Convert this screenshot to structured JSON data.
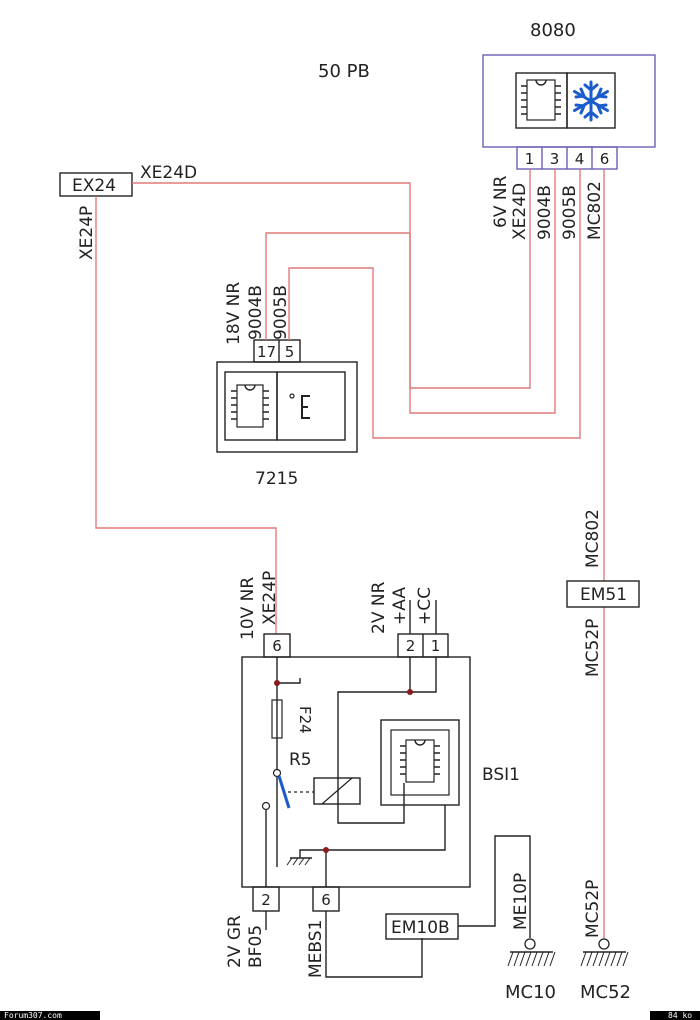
{
  "title": "50 PB",
  "modules": {
    "m8080": {
      "code": "8080",
      "pins": [
        "1",
        "3",
        "4",
        "6"
      ],
      "pin_text": "6V NR"
    },
    "m7215": {
      "code": "7215",
      "pins": [
        "17",
        "5"
      ],
      "pin_text": "18V NR"
    },
    "bsi": {
      "code": "BSI1",
      "pin_top_left_text": "10V NR",
      "pin_top_left": "6",
      "pin_top_right_text": "2V NR",
      "pins_top_right": [
        "2",
        "1"
      ],
      "pins_bottom": [
        "2",
        "6"
      ],
      "pin_bottom_left_text": "2V GR"
    }
  },
  "connectors": {
    "ex24": "EX24",
    "em51": "EM51",
    "em10b": "EM10B"
  },
  "wires": {
    "xe24d": "XE24D",
    "xe24p": "XE24P",
    "w9004b": "9004B",
    "w9005b": "9005B",
    "mc802": "MC802",
    "mc52p": "MC52P",
    "aa": "+AA",
    "cc": "+CC",
    "bf05": "BF05",
    "mebs1": "MEBS1",
    "me10p": "ME10P"
  },
  "components": {
    "fuse": "F24",
    "relay": "R5"
  },
  "grounds": {
    "mc10": "MC10",
    "mc52": "MC52"
  },
  "footer": {
    "left": "Forum307.com",
    "right": "84 ko"
  },
  "colors": {
    "wire": "#e07a7a",
    "line": "#222222",
    "module_border": "#6b5fb5",
    "snowflake": "#1a5ccc",
    "junction": "#8b1a1a"
  }
}
